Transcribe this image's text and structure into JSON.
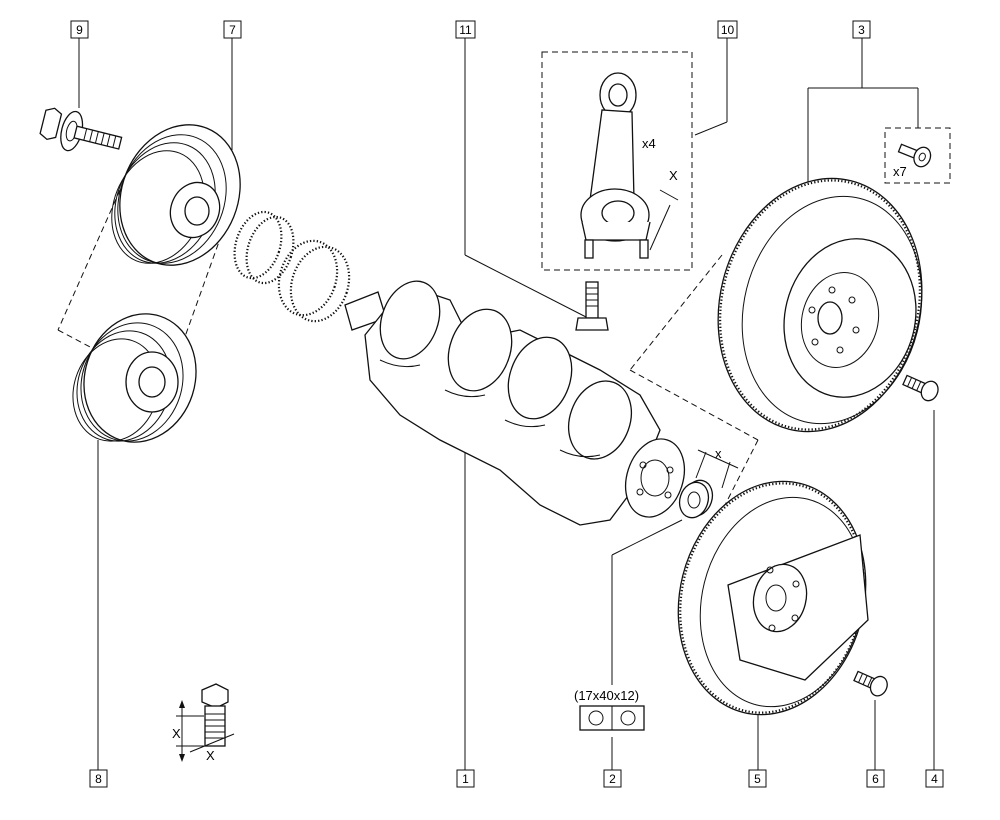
{
  "callouts": [
    {
      "id": "1",
      "text": "1"
    },
    {
      "id": "2",
      "text": "2"
    },
    {
      "id": "3",
      "text": "3"
    },
    {
      "id": "4",
      "text": "4"
    },
    {
      "id": "5",
      "text": "5"
    },
    {
      "id": "6",
      "text": "6"
    },
    {
      "id": "7",
      "text": "7"
    },
    {
      "id": "8",
      "text": "8"
    },
    {
      "id": "9",
      "text": "9"
    },
    {
      "id": "10",
      "text": "10"
    },
    {
      "id": "11",
      "text": "11"
    }
  ],
  "annotations": {
    "rod_qty": "x4",
    "rod_measure": "X",
    "bolt_qty": "x7",
    "bearing_size": "(17x40x12)",
    "bearing_measure": "x",
    "bolt_len": "X",
    "bolt_head": "X"
  }
}
